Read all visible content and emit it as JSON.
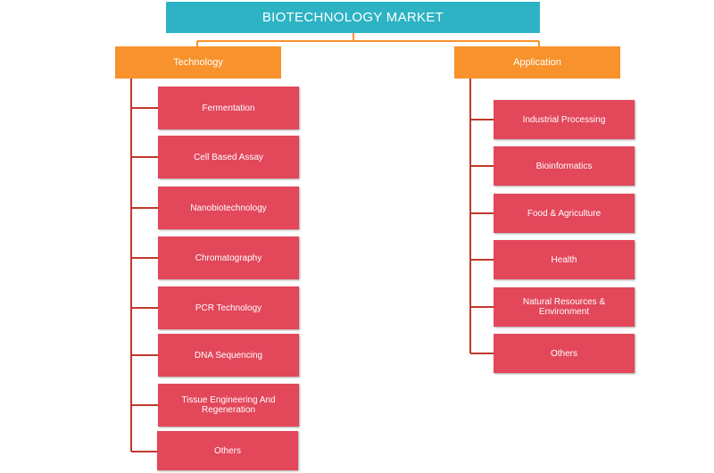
{
  "title": "BIOTECHNOLOGY MARKET",
  "colors": {
    "root": "#2db3c4",
    "category": "#f7922c",
    "leaf": "#e2475a",
    "root_connector": "#f7922c",
    "leaf_connector": "#c0392b"
  },
  "categories": [
    {
      "label": "Technology",
      "items": [
        "Fermentation",
        "Cell Based Assay",
        "Nanobiotechnology",
        "Chromatography",
        "PCR Technology",
        "DNA Sequencing",
        "Tissue Engineering And Regeneration",
        "Others"
      ]
    },
    {
      "label": "Application",
      "items": [
        "Industrial Processing",
        "Bioinformatics",
        "Food & Agriculture",
        "Health",
        "Natural Resources & Environment",
        "Others"
      ]
    }
  ]
}
